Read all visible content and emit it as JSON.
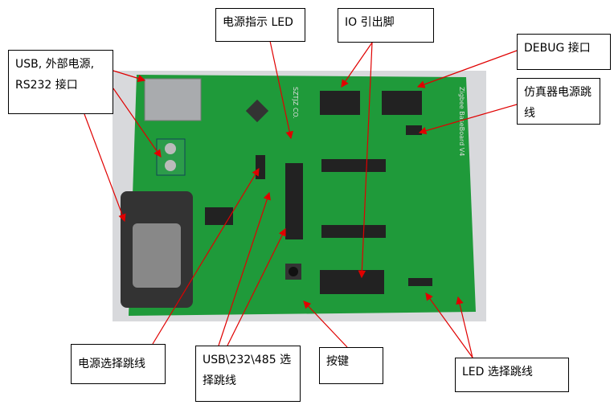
{
  "labels": {
    "power_led": "电源指示 LED",
    "io_pins": "IO 引出脚",
    "usb_power_rs232": "USB, 外部电源, RS232 接口",
    "debug": "DEBUG 接口",
    "emu_power": "仿真器电源跳线",
    "power_select": "电源选择跳线",
    "usb_232_485": "USB\\232\\485 选择跳线",
    "button": "按键",
    "led_select": "LED 选择跳线"
  },
  "board": {
    "silk_company": "SZTJZ CO.",
    "silk_title": "Zigbee BaseBoard V4"
  },
  "colors": {
    "board": "#1f9a3a",
    "arrow": "#e00000"
  }
}
